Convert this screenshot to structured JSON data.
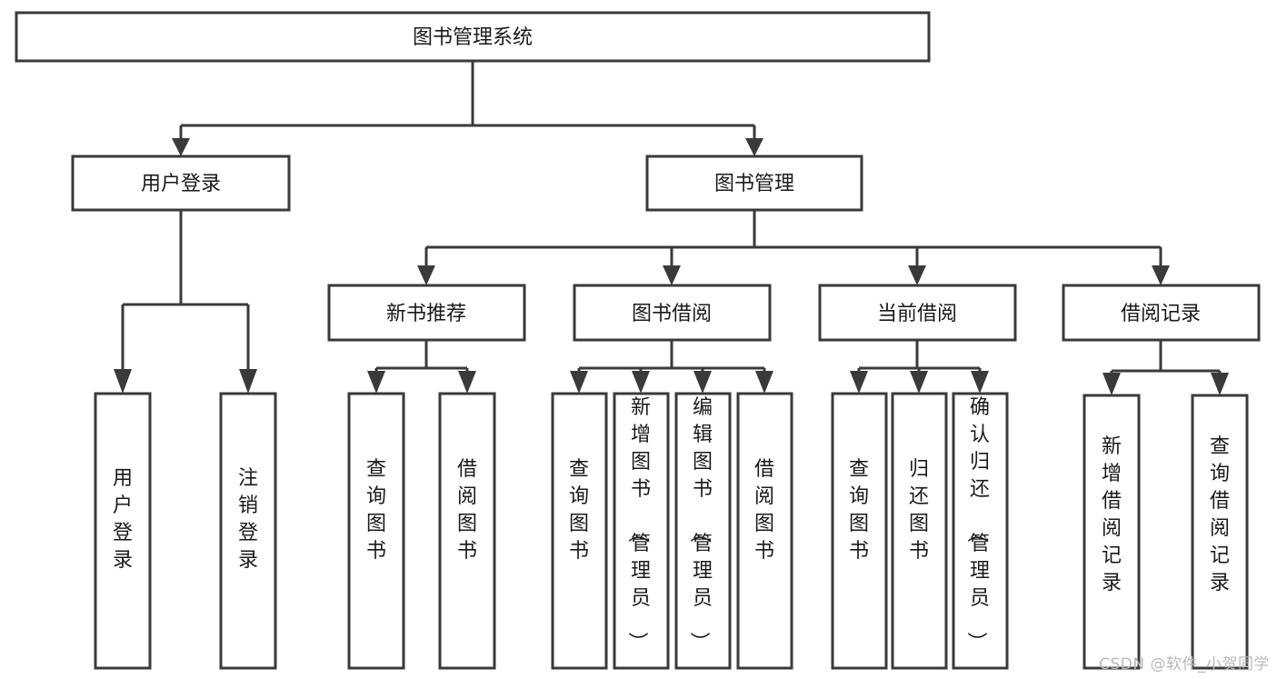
{
  "diagram": {
    "type": "tree-hierarchy",
    "title": "图书管理系统",
    "watermark": "CSDN @软件_小贺同学",
    "colors": {
      "stroke": "#3a3a3a",
      "fill": "#ffffff",
      "text": "#1a1a1a",
      "watermark": "#b9b9b9",
      "background": "#ffffff"
    },
    "nodes": {
      "root": {
        "label": "图书管理系统",
        "orientation": "horizontal"
      },
      "level2": [
        {
          "id": "user-login",
          "label": "用户登录",
          "orientation": "horizontal"
        },
        {
          "id": "book-management",
          "label": "图书管理",
          "orientation": "horizontal"
        }
      ],
      "level3": [
        {
          "id": "new-book-recommend",
          "label": "新书推荐",
          "orientation": "horizontal"
        },
        {
          "id": "book-borrow",
          "label": "图书借阅",
          "orientation": "horizontal"
        },
        {
          "id": "current-borrow",
          "label": "当前借阅",
          "orientation": "horizontal"
        },
        {
          "id": "borrow-record",
          "label": "借阅记录",
          "orientation": "horizontal"
        }
      ],
      "leaves": {
        "user-login": [
          {
            "id": "leaf-user-login",
            "label": "用户登录",
            "orientation": "vertical"
          },
          {
            "id": "leaf-logout-login",
            "label": "注销登录",
            "orientation": "vertical"
          }
        ],
        "new-book-recommend": [
          {
            "id": "leaf-query-book-1",
            "label": "查询图书",
            "orientation": "vertical"
          },
          {
            "id": "leaf-borrow-book-1",
            "label": "借阅图书",
            "orientation": "vertical"
          }
        ],
        "book-borrow": [
          {
            "id": "leaf-query-book-2",
            "label": "查询图书",
            "orientation": "vertical"
          },
          {
            "id": "leaf-add-book",
            "label": "新增图书（管理员）",
            "orientation": "vertical"
          },
          {
            "id": "leaf-edit-book",
            "label": "编辑图书（管理员）",
            "orientation": "vertical"
          },
          {
            "id": "leaf-borrow-book-2",
            "label": "借阅图书",
            "orientation": "vertical"
          }
        ],
        "current-borrow": [
          {
            "id": "leaf-query-book-3",
            "label": "查询图书",
            "orientation": "vertical"
          },
          {
            "id": "leaf-return-book",
            "label": "归还图书",
            "orientation": "vertical"
          },
          {
            "id": "leaf-confirm-return",
            "label": "确认归还（管理员）",
            "orientation": "vertical"
          }
        ],
        "borrow-record": [
          {
            "id": "leaf-add-record",
            "label": "新增借阅记录",
            "orientation": "vertical"
          },
          {
            "id": "leaf-query-record",
            "label": "查询借阅记录",
            "orientation": "vertical"
          }
        ]
      }
    },
    "edges": [
      {
        "from": "root",
        "to": "user-login"
      },
      {
        "from": "root",
        "to": "book-management"
      },
      {
        "from": "book-management",
        "to": "new-book-recommend"
      },
      {
        "from": "book-management",
        "to": "book-borrow"
      },
      {
        "from": "book-management",
        "to": "current-borrow"
      },
      {
        "from": "book-management",
        "to": "borrow-record"
      },
      {
        "from": "user-login",
        "to": "leaf-user-login"
      },
      {
        "from": "user-login",
        "to": "leaf-logout-login"
      },
      {
        "from": "new-book-recommend",
        "to": "leaf-query-book-1"
      },
      {
        "from": "new-book-recommend",
        "to": "leaf-borrow-book-1"
      },
      {
        "from": "book-borrow",
        "to": "leaf-query-book-2"
      },
      {
        "from": "book-borrow",
        "to": "leaf-add-book"
      },
      {
        "from": "book-borrow",
        "to": "leaf-edit-book"
      },
      {
        "from": "book-borrow",
        "to": "leaf-borrow-book-2"
      },
      {
        "from": "current-borrow",
        "to": "leaf-query-book-3"
      },
      {
        "from": "current-borrow",
        "to": "leaf-return-book"
      },
      {
        "from": "current-borrow",
        "to": "leaf-confirm-return"
      },
      {
        "from": "borrow-record",
        "to": "leaf-add-record"
      },
      {
        "from": "borrow-record",
        "to": "leaf-query-record"
      }
    ]
  }
}
